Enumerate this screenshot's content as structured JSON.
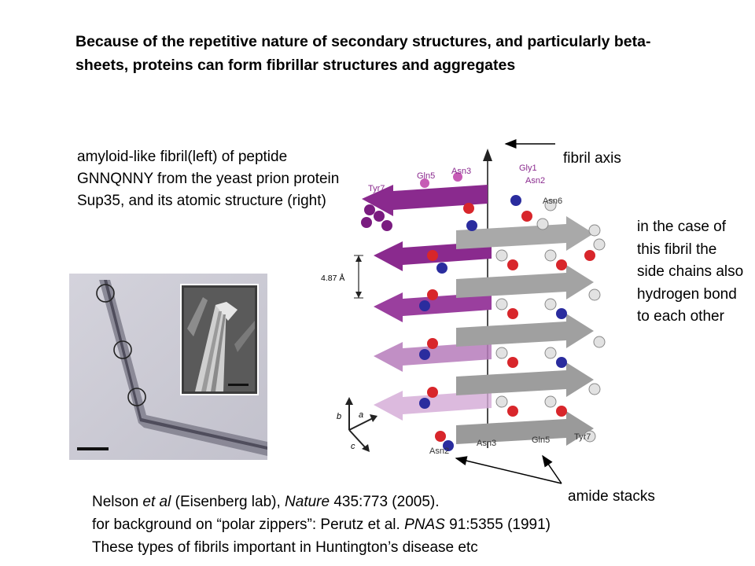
{
  "title": "Because of the repetitive nature of secondary structures, and particularly beta-sheets, proteins can form fibrillar structures and aggregates",
  "caption_left": "amyloid-like fibril(left) of peptide GNNQNNY from the yeast prion protein Sup35, and its atomic structure (right)",
  "caption_right": "in the case of this fibril the side chains also hydrogen bond to each other",
  "label_fibril_axis": "fibril axis",
  "label_amide_stacks": "amide stacks",
  "figure_labels": {
    "gln5_top": "Gln5",
    "asn3_top": "Asn3",
    "gly1": "Gly1",
    "asn2_top": "Asn2",
    "tyr7_top": "Tyr7",
    "asn6": "Asn6",
    "spacing": "4.87 Å",
    "axis_b": "b",
    "axis_a": "a",
    "axis_c": "c",
    "asn2_bottom": "Asn2",
    "asn3_bottom": "Asn3",
    "gln5_bottom": "Gln5",
    "tyr7_bottom": "Tyr7"
  },
  "references": {
    "line1_author": "Nelson ",
    "line1_etal": "et al",
    "line1_lab": " (Eisenberg lab), ",
    "line1_journal": "Nature",
    "line1_rest": " 435:773 (2005).",
    "line2_start": "for background on “polar zippers”: Perutz et al. ",
    "line2_journal": "PNAS",
    "line2_rest": " 91:5355 (1991)",
    "line3": "These types of fibrils important in Huntington’s disease etc"
  },
  "colors": {
    "sheet_purple": "#8a2a8e",
    "sheet_gray": "#a9a9a9",
    "oxygen_red": "#d8262b",
    "nitrogen_blue": "#2a2c9e",
    "micro_bg": "#c9c8d2"
  }
}
